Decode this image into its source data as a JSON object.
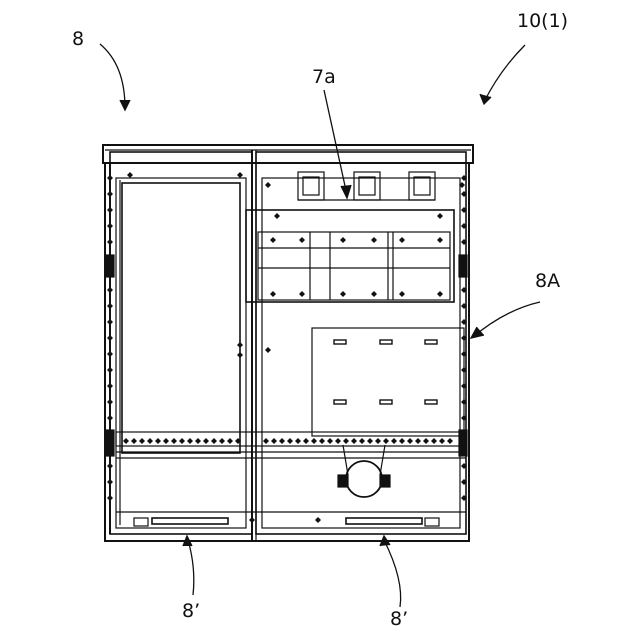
{
  "labels": {
    "unit_left": "8",
    "unit_ref": "10(1)",
    "part_7a": "7a",
    "part_8A": "8A",
    "handle_left": "8’",
    "handle_right": "8’"
  },
  "colors": {
    "line": "#111111",
    "background": "#ffffff"
  }
}
